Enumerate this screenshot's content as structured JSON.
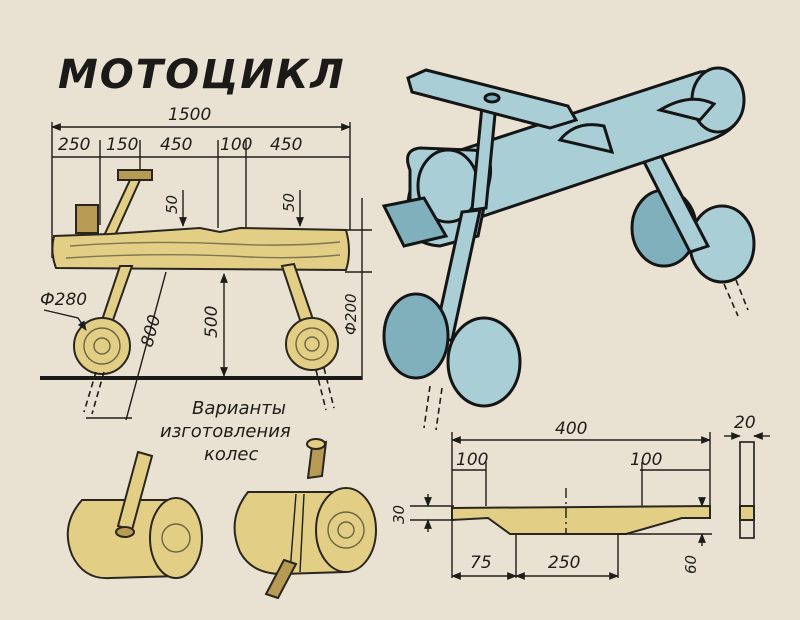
{
  "title": "МОТОЦИКЛ",
  "side_view": {
    "overall_length": "1500",
    "segments": [
      "250",
      "150",
      "450",
      "100",
      "450"
    ],
    "rod_height_left": "50",
    "rod_height_right": "50",
    "wheel_diameter": "Ф280",
    "leg_length": "800",
    "body_height": "500",
    "body_diameter": "Ф200"
  },
  "caption_lines": [
    "Варианты",
    "изготовления",
    "колес"
  ],
  "seat_drawing": {
    "total_width": "400",
    "left_offset": "100",
    "right_offset": "100",
    "thickness": "30",
    "bottom_left": "75",
    "bottom_middle": "250",
    "depth": "60",
    "side_thickness": "20"
  },
  "colors": {
    "paper": "#e9e2d2",
    "wood": "#e2cf85",
    "toy_blue": "#a9ced6",
    "ink": "#1e1c19"
  }
}
